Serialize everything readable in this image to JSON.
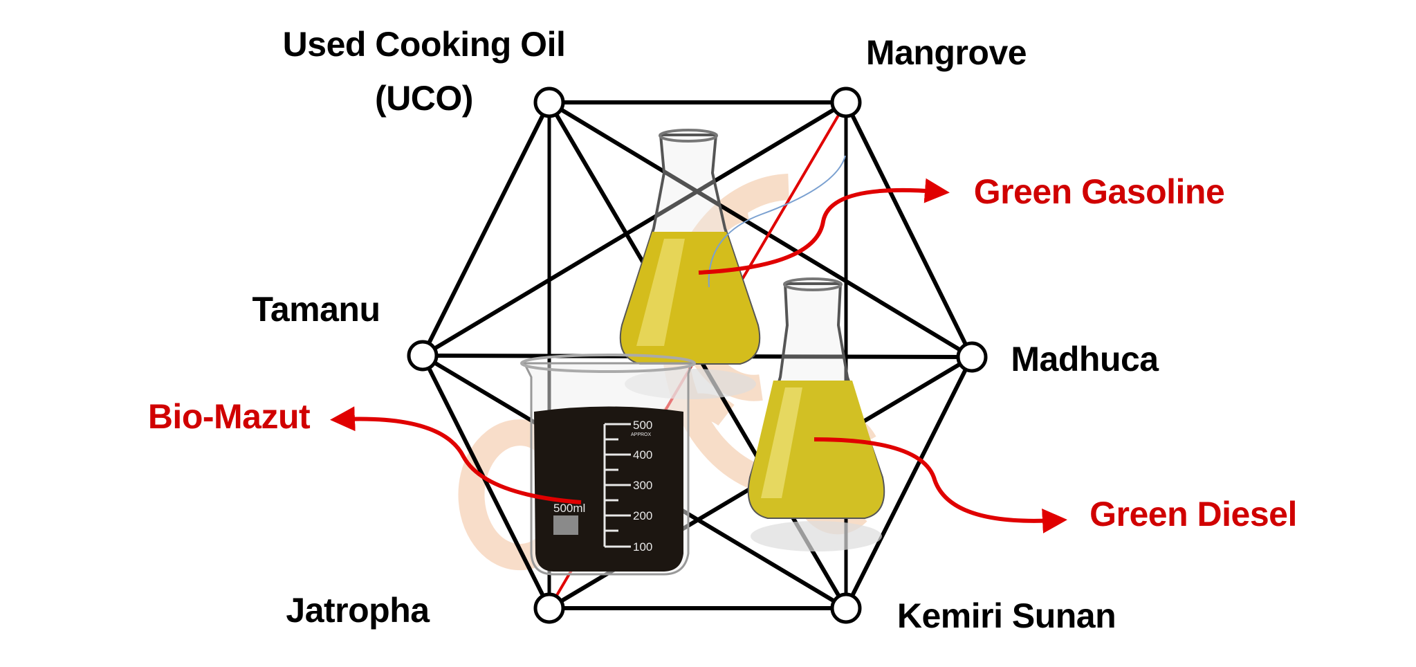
{
  "nodes": {
    "uco": {
      "label_line1": "Used Cooking Oil",
      "label_line2": "(UCO)"
    },
    "mangrove": {
      "label": "Mangrove"
    },
    "tamanu": {
      "label": "Tamanu"
    },
    "madhuca": {
      "label": "Madhuca"
    },
    "jatropha": {
      "label": "Jatropha"
    },
    "kemiri": {
      "label": "Kemiri Sunan"
    }
  },
  "products": {
    "gasoline": "Green Gasoline",
    "diesel": "Green Diesel",
    "mazut": "Bio-Mazut"
  },
  "beaker": {
    "volume": "500ml",
    "approx": "APPROX",
    "scale": [
      "500",
      "400",
      "300",
      "200",
      "100"
    ]
  },
  "colors": {
    "edge": "#000000",
    "highlight": "#e00000",
    "oil": "#d9c21a",
    "mazut": "#1a1410",
    "watermark": "#f4c9a8"
  }
}
